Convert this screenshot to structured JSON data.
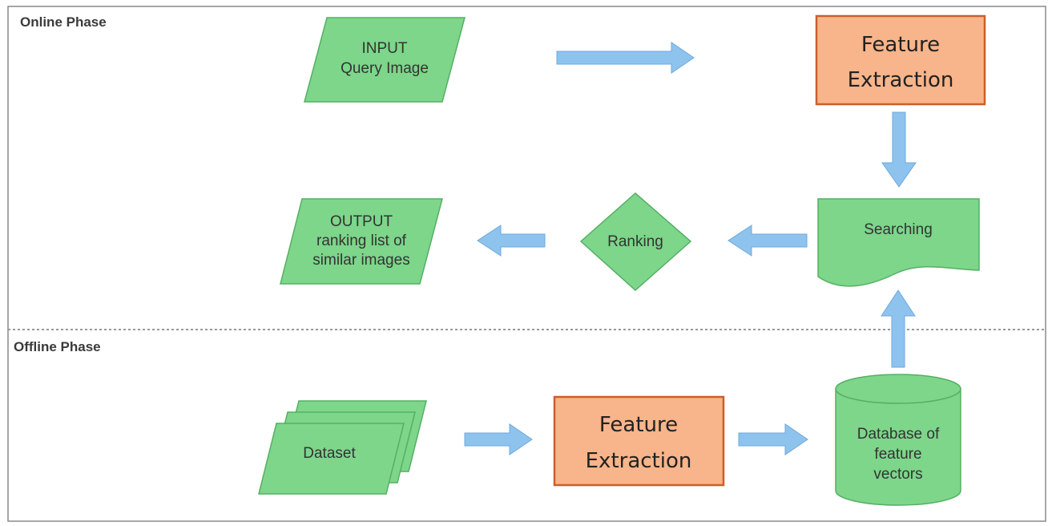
{
  "phases": {
    "online": "Online Phase",
    "offline": "Offline Phase"
  },
  "nodes": {
    "input": {
      "line1": "INPUT",
      "line2": "Query Image"
    },
    "feature_extraction_online": {
      "line1": "Feature",
      "line2": "Extraction"
    },
    "searching": "Searching",
    "ranking": "Ranking",
    "output": {
      "line1": "OUTPUT",
      "line2": "ranking list of",
      "line3": "similar images"
    },
    "dataset": "Dataset",
    "feature_extraction_offline": {
      "line1": "Feature",
      "line2": "Extraction"
    },
    "database": {
      "line1": "Database of",
      "line2": "feature",
      "line3": "vectors"
    }
  },
  "colors": {
    "process_fill": "#7dd68a",
    "feature_extraction_fill": "#f8b48a",
    "feature_extraction_border": "#c9602a",
    "arrow_fill": "#8ec3ee",
    "divider": "#999999"
  }
}
